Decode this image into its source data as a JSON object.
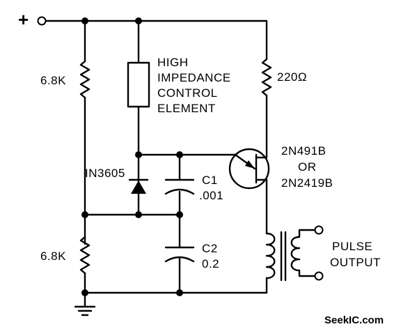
{
  "terminals": {
    "plus": "+"
  },
  "components": {
    "r_top": "6.8K",
    "r_bottom": "6.8K",
    "r_load": "220Ω",
    "control_element": [
      "HIGH",
      "IMPEDANCE",
      "CONTROL",
      "ELEMENT"
    ],
    "diode": "IN3605",
    "c1": {
      "name": "C1",
      "value": ".001"
    },
    "c2": {
      "name": "C2",
      "value": "0.2"
    },
    "transistor": [
      "2N491B",
      "OR",
      "2N2419B"
    ],
    "output": [
      "PULSE",
      "OUTPUT"
    ]
  },
  "watermark": "SeekIC.com"
}
